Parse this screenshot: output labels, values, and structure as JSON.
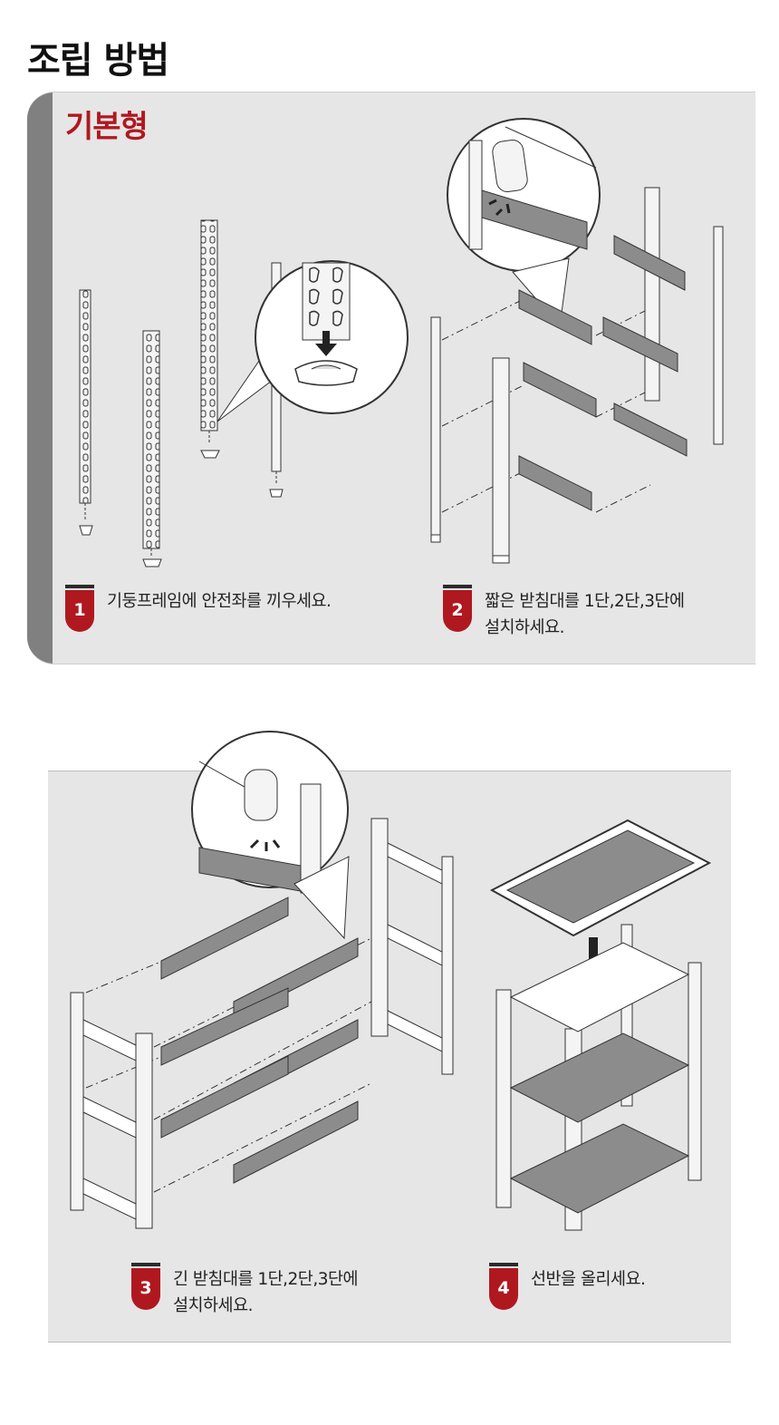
{
  "page": {
    "title": "조립 방법"
  },
  "top_panel": {
    "section_label": "기본형"
  },
  "steps": [
    {
      "number": "1",
      "lines": [
        "기둥프레임에 안전좌를 끼우세요."
      ]
    },
    {
      "number": "2",
      "lines": [
        "짧은 받침대를 1단,2단,3단에",
        "설치하세요."
      ]
    },
    {
      "number": "3",
      "lines": [
        "긴 받침대를 1단,2단,3단에",
        "설치하세요."
      ]
    },
    {
      "number": "4",
      "lines": [
        "선반을 올리세요."
      ]
    }
  ],
  "colors": {
    "accent": "#b01820",
    "panel_bg": "#e6e6e6",
    "side_strip": "#808080"
  }
}
